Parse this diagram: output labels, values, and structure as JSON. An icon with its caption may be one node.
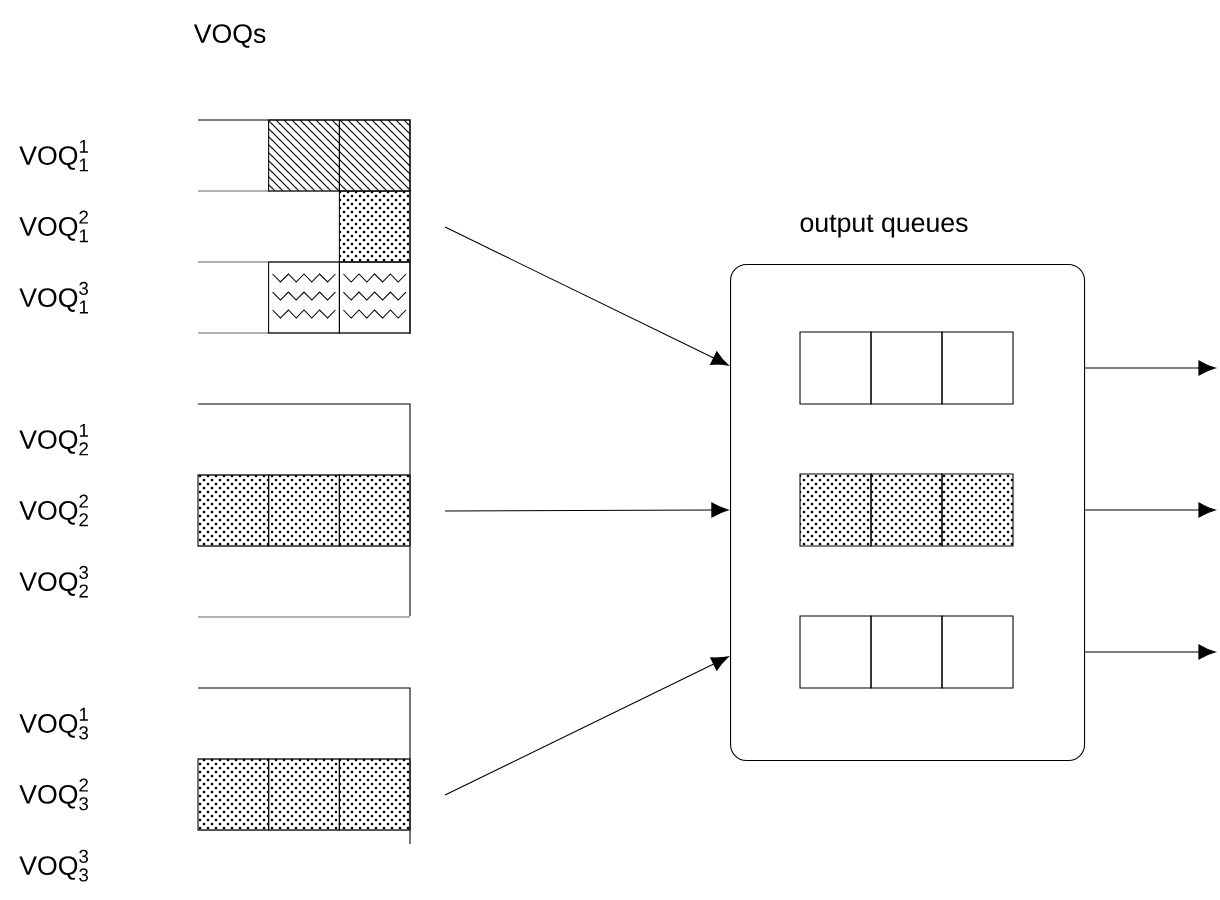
{
  "diagram": {
    "nodes": [
      {
        "text": [
          "\\text{VOQ}^{\\text{1}}_{\\text{1}}",
          "\\text{VOQ}^{\\text{2}}_{\\text{1}}",
          "\\text{VOQ}^{\\text{3}}_{\\text{1}}"
        ]
      },
      {
        "text": [
          "\\text{VOQ}^{\\text{1}}_{\\text{2}}",
          "\\text{VOQ}^{\\text{2}}_{\\text{2}}",
          "\\text{VOQ}^{\\text{3}}_{\\text{2}}"
        ]
      },
      {
        "text": [
          "\\text{VOQ}^{\\text{1}}_{\\text{3}}",
          "\\text{VOQ}^{\\text{2}}_{\\text{3}}",
          "\\text{VOQ}^{\\text{3}}_{\\text{3}}"
        ]
      },
      {
        "text": [
          "output queues"
        ]
      }
    ],
    "edges": [
      {
        "from": 0,
        "to": 3,
        "arrow": "to"
      },
      {
        "from": 1,
        "to": 3,
        "arrow": "to"
      },
      {
        "from": 2,
        "to": 3,
        "arrow": "to"
      },
      {
        "from": 3,
        "to": null,
        "arrow": "to"
      },
      {
        "from": 3,
        "to": null,
        "arrow": "to"
      },
      {
        "from": 3,
        "to": null,
        "arrow": "to"
      }
    ],
    "labels": [
      "VOQs"
    ]
  }
}
